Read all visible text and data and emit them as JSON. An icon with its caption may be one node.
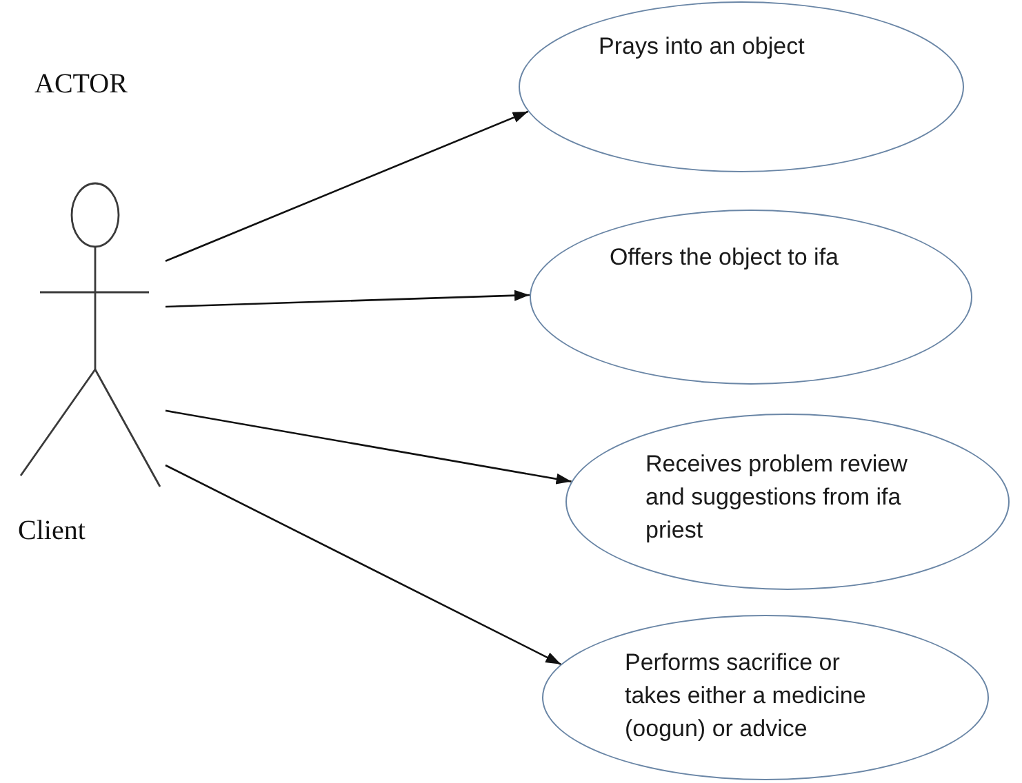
{
  "diagram": {
    "nodes": [
      {
        "text": [
          "Client"
        ]
      },
      {
        "text": [
          "Prays into an object"
        ]
      },
      {
        "text": [
          "Offers the object to ifa"
        ]
      },
      {
        "text": [
          "Receives problem review and suggestions from ifa priest"
        ]
      },
      {
        "text": [
          "Performs sacrifice or takes either a medicine (oogun) or advice"
        ]
      }
    ],
    "edges": [
      {
        "from": 0,
        "to": 1,
        "arrow": "to"
      },
      {
        "from": 0,
        "to": 2,
        "arrow": "to"
      },
      {
        "from": 0,
        "to": 3,
        "arrow": "to"
      },
      {
        "from": 0,
        "to": 4,
        "arrow": "to"
      }
    ],
    "labels": [
      "ACTOR"
    ]
  }
}
